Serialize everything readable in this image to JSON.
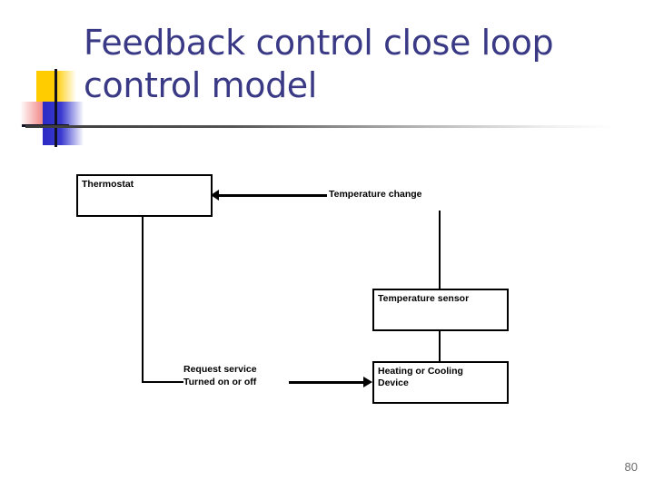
{
  "slide": {
    "title": "Feedback control close loop\ncontrol model",
    "page_number": "80",
    "title_color": "#393986",
    "rule_color": "#3b3b3b"
  },
  "decoration": {
    "name": "corner-accent-blocks",
    "yellow": "#FFCC00",
    "red": "#EE4444",
    "blue": "#2B2BC4",
    "bar": "#111122"
  },
  "diagram": {
    "type": "flow-diagram",
    "nodes": [
      {
        "id": "thermostat",
        "label": "Thermostat"
      },
      {
        "id": "temperature-sensor",
        "label": "Temperature sensor"
      },
      {
        "id": "heating-cooling-device",
        "label": "Heating or Cooling\nDevice"
      }
    ],
    "edge_labels": [
      {
        "id": "temperature-change",
        "label": "Temperature change"
      },
      {
        "id": "request-service",
        "label": "Request service\nTurned on or off"
      }
    ],
    "edges": [
      {
        "from": "temperature-sensor",
        "to": "thermostat",
        "label": "Temperature change",
        "arrow": "left"
      },
      {
        "from": "temperature-sensor",
        "to": "heating-cooling-device",
        "label": "",
        "arrow": "none"
      },
      {
        "from": "thermostat",
        "to": "heating-cooling-device",
        "label": "Request service Turned on or off",
        "arrow": "right"
      }
    ]
  }
}
